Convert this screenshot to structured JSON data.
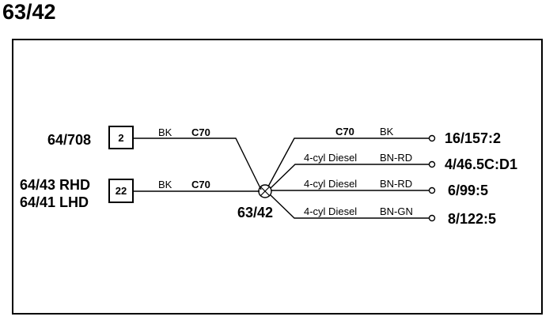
{
  "title": "63/42",
  "splice": {
    "label": "63/42"
  },
  "connectors": [
    {
      "name": "64/708",
      "pin": "2",
      "color": "BK",
      "circuit": "C70"
    },
    {
      "name_line1": "64/43 RHD",
      "name_line2": "64/41 LHD",
      "pin": "22",
      "color": "BK",
      "circuit": "C70"
    }
  ],
  "branches": [
    {
      "note": "",
      "circuit": "C70",
      "color": "BK",
      "destination": "16/157:2"
    },
    {
      "note": "4-cyl Diesel",
      "circuit": "",
      "color": "BN-RD",
      "destination": "4/46.5C:D1"
    },
    {
      "note": "4-cyl Diesel",
      "circuit": "",
      "color": "BN-RD",
      "destination": "6/99:5"
    },
    {
      "note": "4-cyl Diesel",
      "circuit": "",
      "color": "BN-GN",
      "destination": "8/122:5"
    }
  ]
}
